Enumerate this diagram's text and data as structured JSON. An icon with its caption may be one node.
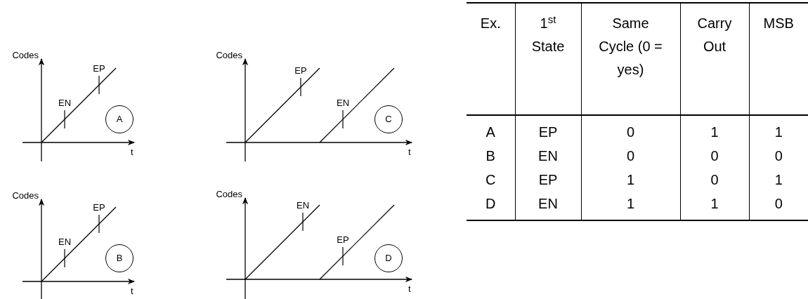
{
  "diagram": {
    "nodes": [
      {
        "text": [
          "A"
        ]
      },
      {
        "text": [
          "C"
        ]
      },
      {
        "text": [
          "B"
        ]
      },
      {
        "text": [
          "D"
        ]
      }
    ],
    "labels": [
      "Codes",
      "EN",
      "EP",
      "t",
      "Codes",
      "EP",
      "EN",
      "t",
      "Codes",
      "EP",
      "EN",
      "t",
      "Codes",
      "EN",
      "EP",
      "t",
      "Ex.",
      "1$^{st}$ State",
      "Same Cycle (0 = yes)",
      "Carry Out",
      "MSB",
      "A",
      "EP",
      "0",
      "1",
      "1",
      "B",
      "EN",
      "0",
      "0",
      "0",
      "C",
      "EP",
      "1",
      "0",
      "1",
      "D",
      "EN",
      "1",
      "1",
      "0"
    ]
  }
}
